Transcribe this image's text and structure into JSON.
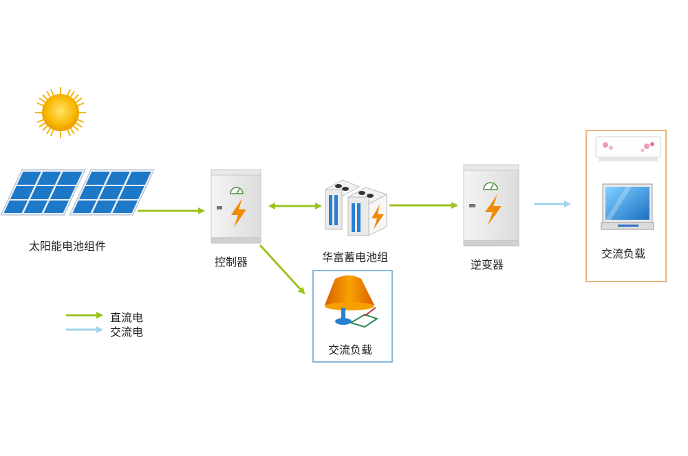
{
  "nodes": {
    "solar_panels": {
      "label": "太阳能电池组件"
    },
    "controller": {
      "label": "控制器"
    },
    "battery": {
      "label": "华富蓄电池组"
    },
    "inverter": {
      "label": "逆变器"
    },
    "ac_load_lamp": {
      "label": "交流负载"
    },
    "ac_load_appliances": {
      "label": "交流负载"
    }
  },
  "legend": {
    "dc": {
      "label": "直流电",
      "color": "#9ac31c"
    },
    "ac": {
      "label": "交流电",
      "color": "#9fd3ee"
    }
  },
  "colors": {
    "sun": "#f5b400",
    "panel": "#1e78c8",
    "bolt": "#f08a00",
    "lamp_box_border": "#5aa0d0",
    "load_box_border": "#e89a50"
  }
}
